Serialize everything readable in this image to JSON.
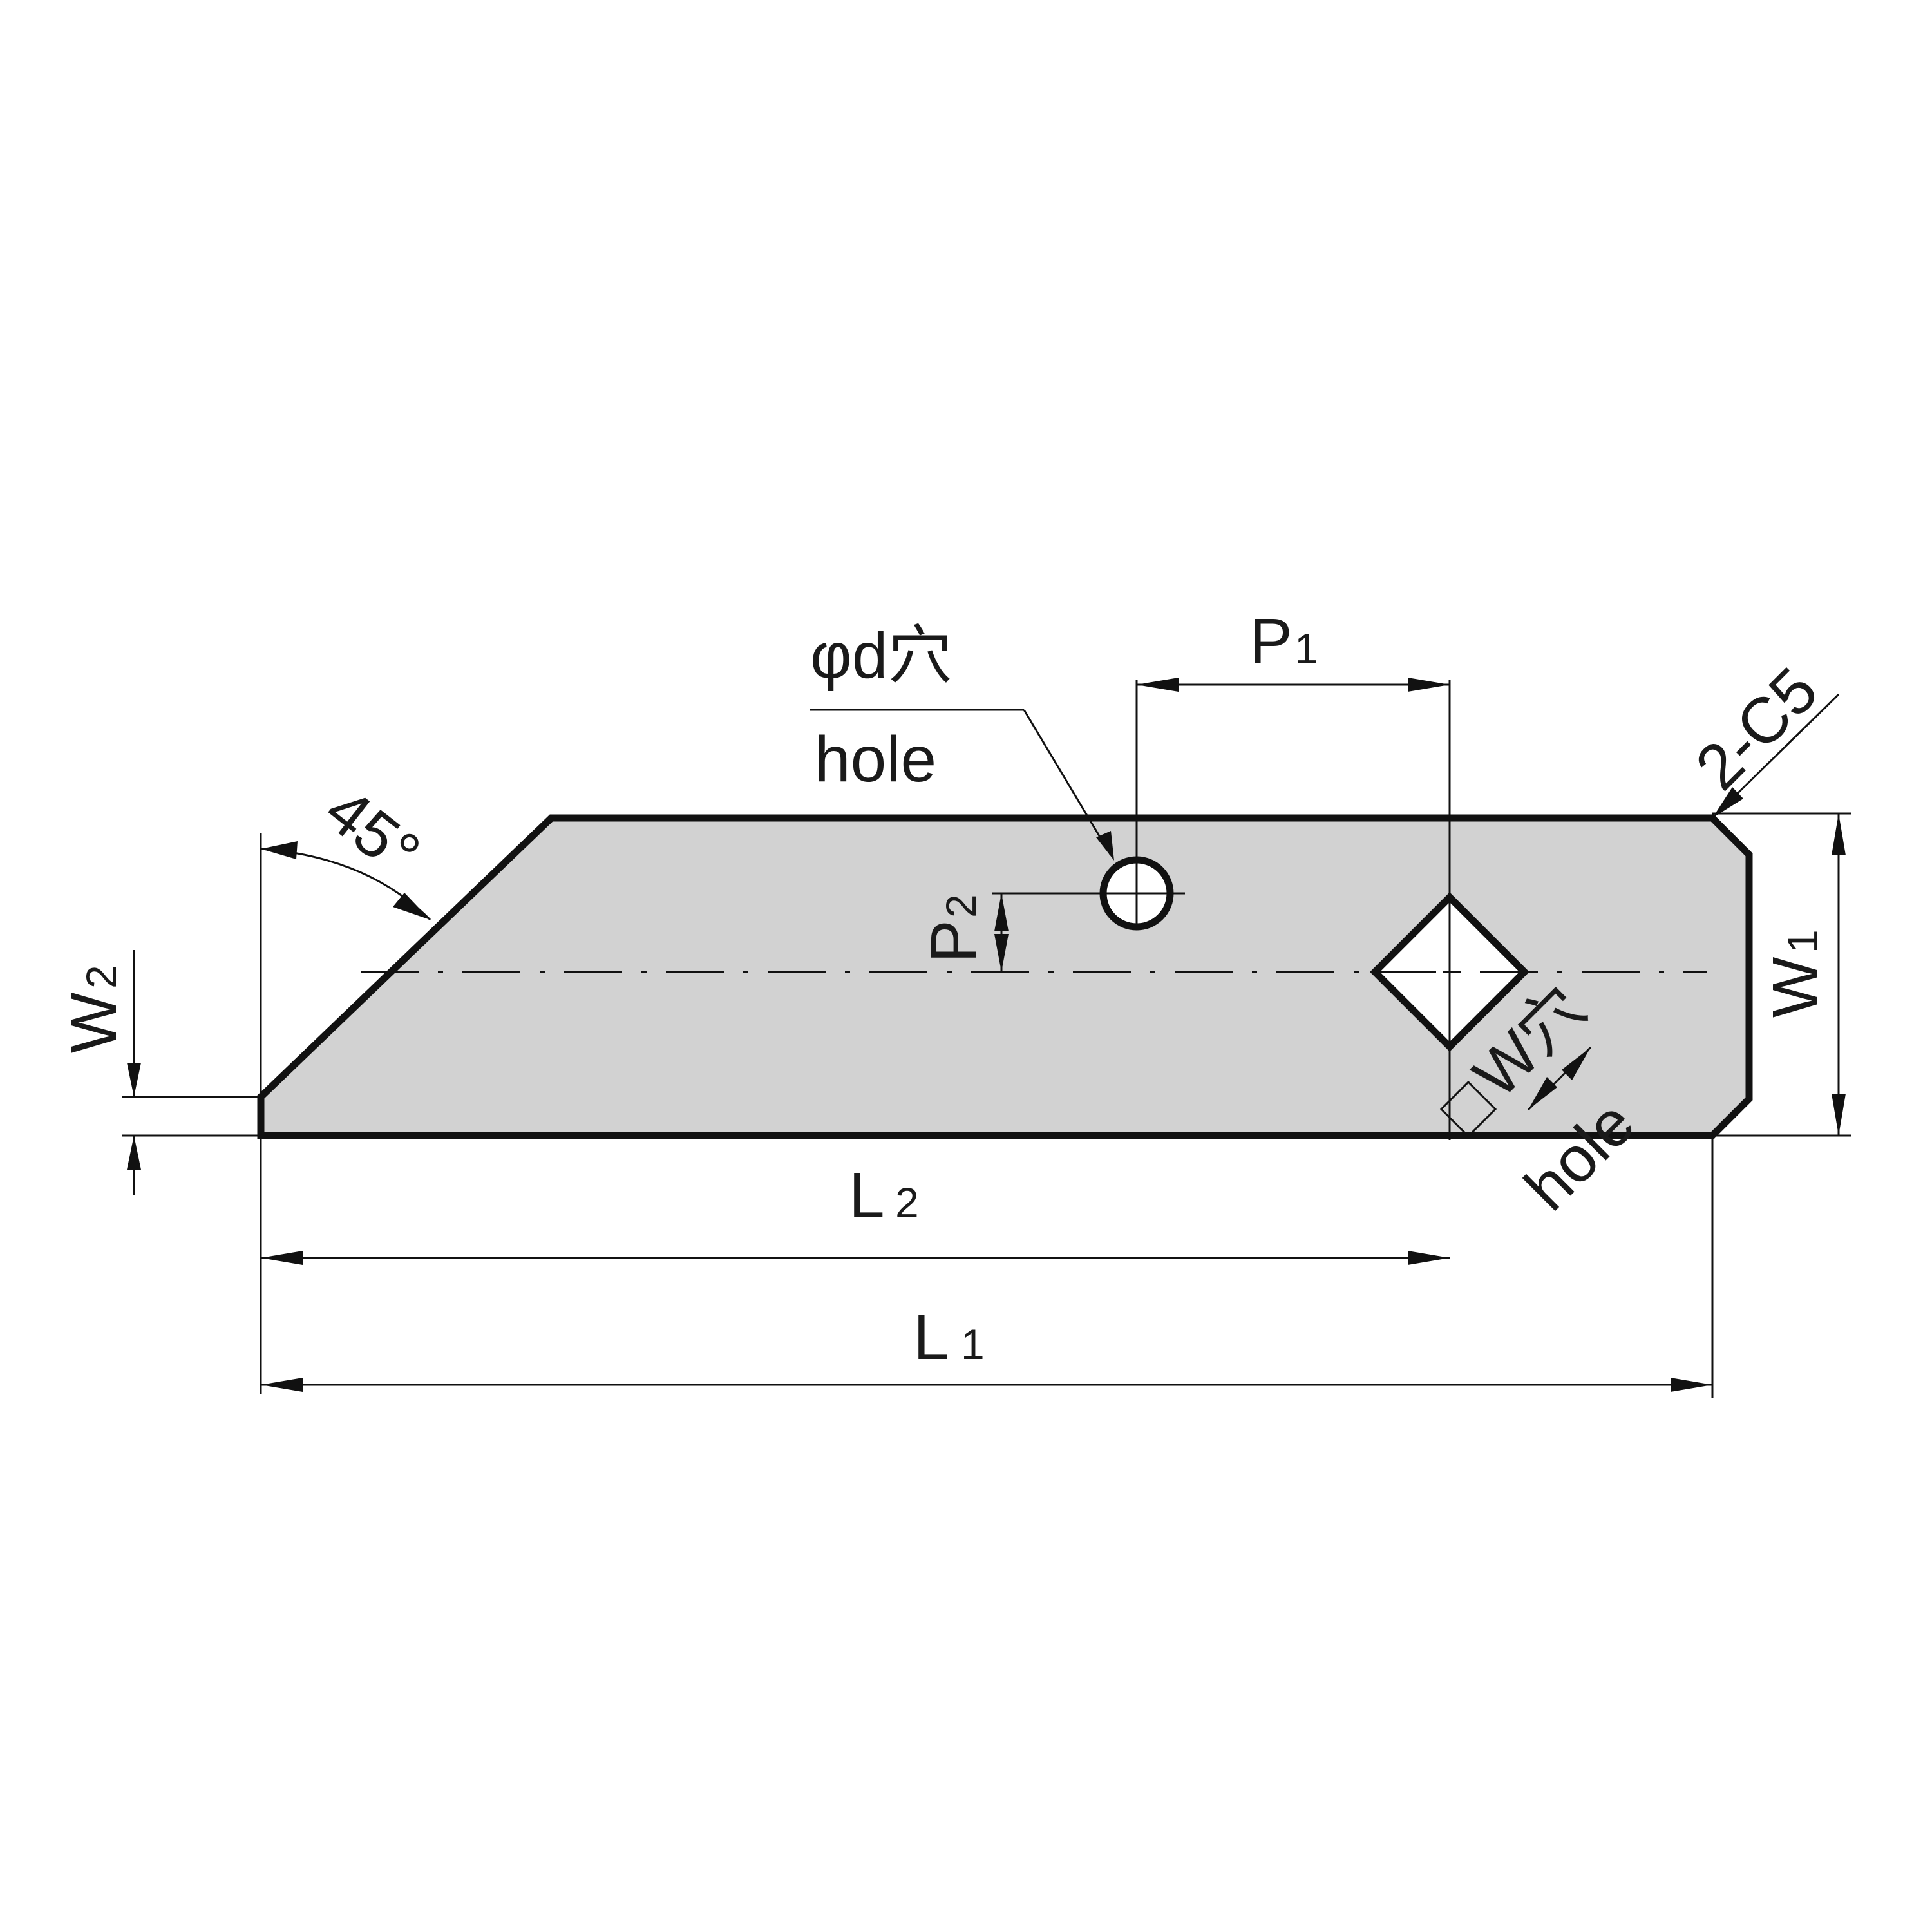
{
  "labels": {
    "angle": "45°",
    "round_hole": "φd穴",
    "round_hole_en": "hole",
    "p1_main": "P",
    "p1_sub": "1",
    "p2_main": "P",
    "p2_sub": "2",
    "chamfer": "2-C5",
    "w1_main": "W",
    "w1_sub": "1",
    "w2_main": "W",
    "w2_sub": "2",
    "l2_main": "L",
    "l2_sub": "2",
    "l1_main": "L",
    "l1_sub": "1",
    "square_hole_symbol": "◇",
    "square_hole": "W穴",
    "square_hole_en": "hole"
  },
  "colors": {
    "plate_fill": "#d2d2d2",
    "line": "#111111",
    "background": "#ffffff"
  }
}
